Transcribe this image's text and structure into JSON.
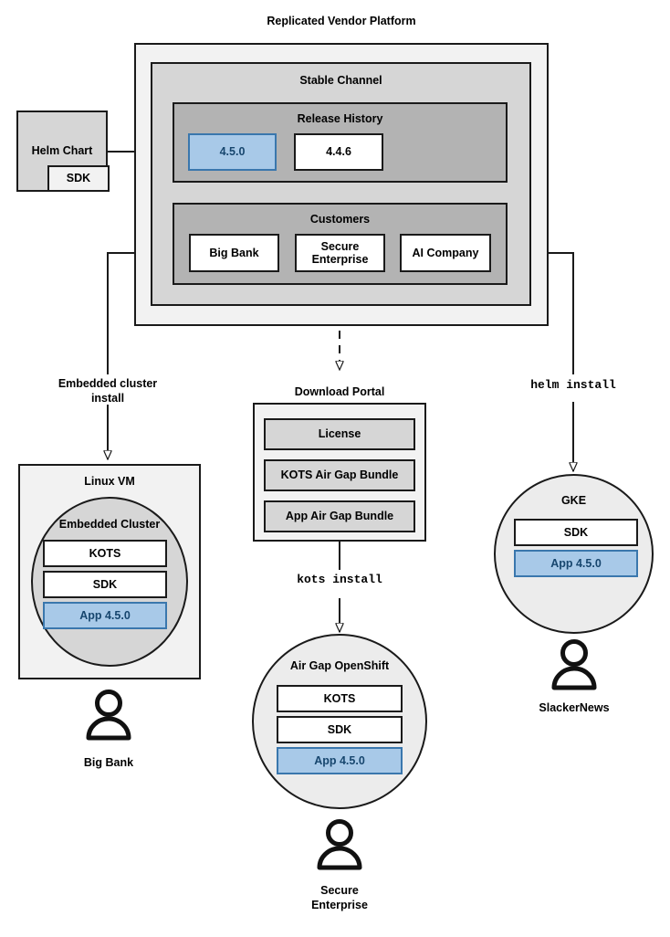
{
  "diagram": {
    "title": "Replicated Vendor Platform",
    "platform": {
      "label": "Replicated Vendor Platform",
      "channel": {
        "label": "Stable Channel",
        "release_history": {
          "label": "Release History",
          "releases": [
            {
              "version": "4.5.0",
              "highlighted": true
            },
            {
              "version": "4.4.6",
              "highlighted": false
            }
          ]
        },
        "customers": {
          "label": "Customers",
          "items": [
            {
              "name": "Big Bank"
            },
            {
              "name": "Secure\nEnterprise"
            },
            {
              "name": "AI Company"
            }
          ]
        }
      }
    },
    "source": {
      "label": "Helm Chart",
      "sub_label": "SDK"
    },
    "download_portal": {
      "label": "Download Portal",
      "artifacts": [
        {
          "name": "License"
        },
        {
          "name": "KOTS Air Gap Bundle"
        },
        {
          "name": "App Air Gap Bundle"
        }
      ]
    },
    "edge_labels": {
      "embedded_cluster_install": "Embedded cluster\ninstall",
      "kots_install": "kots install",
      "helm_install": "helm install"
    },
    "targets": [
      {
        "id": "linux-vm",
        "label": "Linux VM",
        "inner_label": "Embedded Cluster",
        "components": [
          {
            "name": "KOTS",
            "highlighted": false
          },
          {
            "name": "SDK",
            "highlighted": false
          },
          {
            "name": "App 4.5.0",
            "highlighted": true
          }
        ],
        "actor": "Big Bank"
      },
      {
        "id": "air-gap-openshift",
        "label": "Air Gap OpenShift",
        "components": [
          {
            "name": "KOTS",
            "highlighted": false
          },
          {
            "name": "SDK",
            "highlighted": false
          },
          {
            "name": "App 4.5.0",
            "highlighted": true
          }
        ],
        "actor": "Secure\nEnterprise"
      },
      {
        "id": "gke",
        "label": "GKE",
        "components": [
          {
            "name": "SDK",
            "highlighted": false
          },
          {
            "name": "App 4.5.0",
            "highlighted": true
          }
        ],
        "actor": "SlackerNews"
      }
    ],
    "colors": {
      "stroke": "#1a1a1a",
      "highlight_fill": "#a8c9e8",
      "highlight_stroke": "#3a77ad",
      "highlight_text": "#17466e",
      "platform_fill": "#f2f2f2",
      "channel_fill": "#d6d6d6",
      "group_fill": "#b3b3b3",
      "node_fill": "#ffffff",
      "ellipse_fill": "#ececec",
      "ellipse_inner_fill": "#d6d6d6"
    }
  }
}
